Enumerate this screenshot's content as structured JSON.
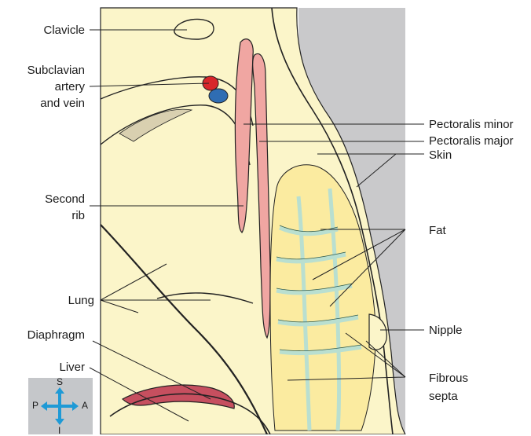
{
  "labels": {
    "clavicle": "Clavicle",
    "subclavian_1": "Subclavian",
    "subclavian_2": "artery",
    "subclavian_3": "and vein",
    "second_rib_1": "Second",
    "second_rib_2": "rib",
    "lung": "Lung",
    "diaphragm": "Diaphragm",
    "liver": "Liver",
    "pectoralis_minor": "Pectoralis minor",
    "pectoralis_major": "Pectoralis major",
    "skin": "Skin",
    "fat": "Fat",
    "nipple": "Nipple",
    "fibrous_1": "Fibrous",
    "fibrous_2": "septa"
  },
  "compass": {
    "top": "S",
    "left": "P",
    "right": "A",
    "bottom": "I"
  },
  "colors": {
    "body_fill": "#fbf5c9",
    "skin_shade": "#c9c9cb",
    "muscle": "#f0a6a2",
    "fat": "#fbeba0",
    "septa": "#b9dfd0",
    "artery": "#d8262b",
    "vein": "#2f6db3",
    "compass_arrow": "#1e9ad6",
    "liver_muscle": "#c64f5f"
  }
}
